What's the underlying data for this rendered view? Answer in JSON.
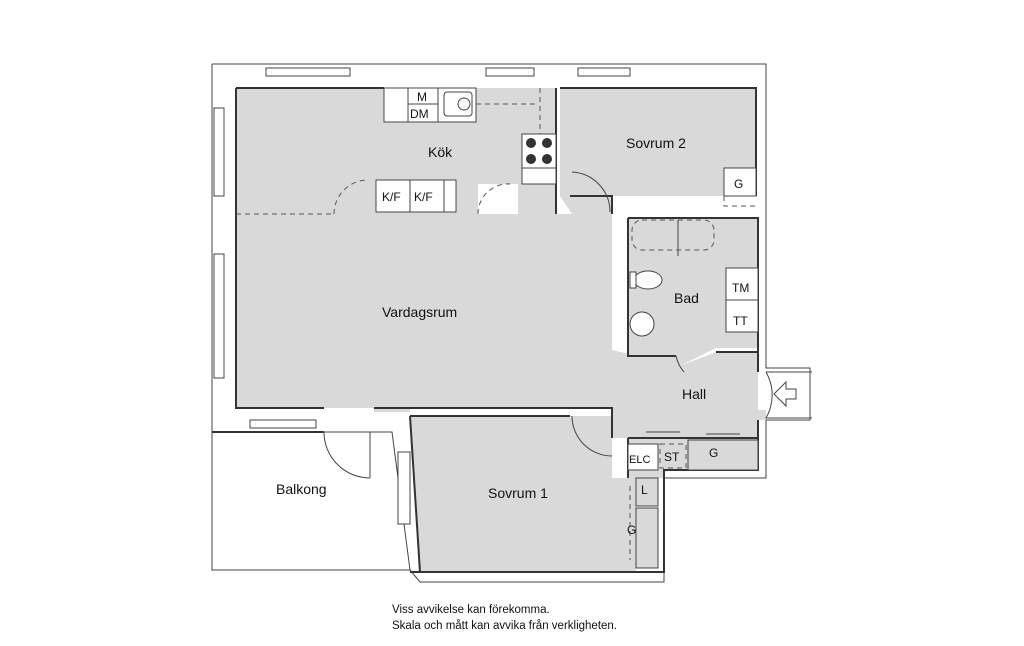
{
  "rooms": {
    "kok": "Kök",
    "sovrum2": "Sovrum 2",
    "vardagsrum": "Vardagsrum",
    "bad": "Bad",
    "hall": "Hall",
    "balkong": "Balkong",
    "sovrum1": "Sovrum 1"
  },
  "fixtures": {
    "micro": "M",
    "dishwasher": "DM",
    "fridge_freezer": "K/F",
    "wardrobe": "G",
    "washer": "TM",
    "dryer": "TT",
    "electrical": "ELC",
    "storage": "ST",
    "linen": "L"
  },
  "disclaimer": {
    "line1": "Viss avvikelse kan förekomma.",
    "line2": "Skala och mått kan avvika från verkligheten."
  }
}
